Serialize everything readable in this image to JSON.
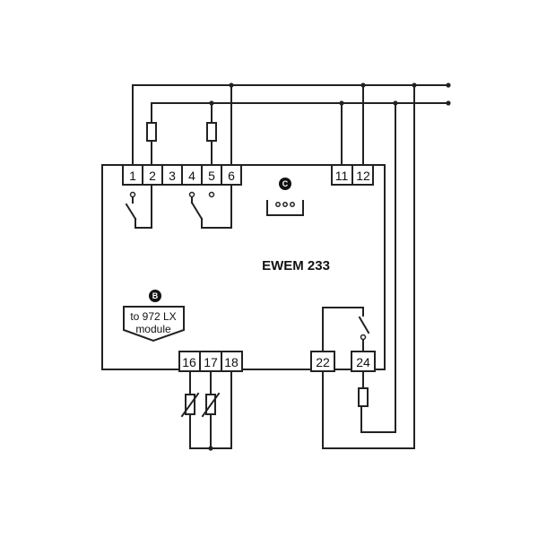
{
  "device": {
    "name": "EWEM 233"
  },
  "terminals_top_left": [
    "1",
    "2",
    "3",
    "4",
    "5",
    "6"
  ],
  "terminals_top_right": [
    "11",
    "12"
  ],
  "terminals_bottom_mid": [
    "16",
    "17",
    "18"
  ],
  "terminals_bottom_right": [
    "22",
    "24"
  ],
  "markers": {
    "b": "B",
    "c": "C"
  },
  "module_label": {
    "line1": "to 972 LX",
    "line2": "module"
  }
}
